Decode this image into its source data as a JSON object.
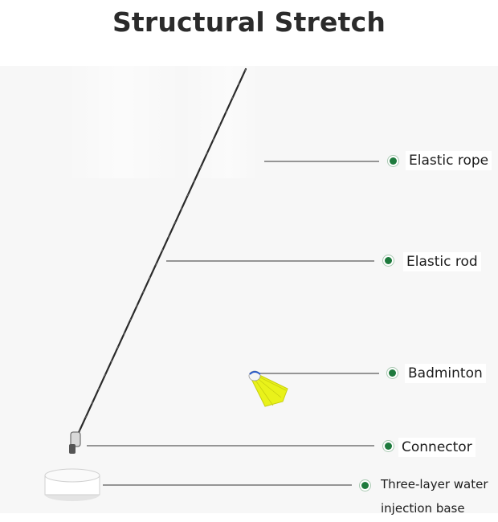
{
  "title": "Structural Stretch",
  "accent_color": "#1e7a3d",
  "labels": {
    "rope": "Elastic rope",
    "rod": "Elastic rod",
    "badminton": "Badminton",
    "connector": "Connector",
    "base": "Three-layer water injection base"
  }
}
